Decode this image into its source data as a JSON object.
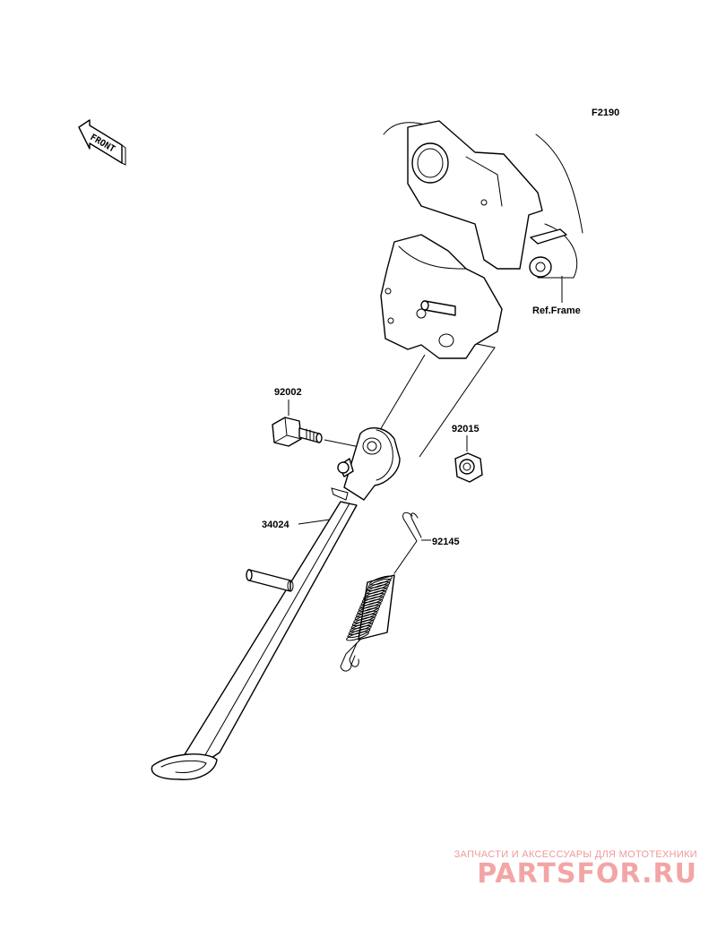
{
  "diagram": {
    "code": "F2190",
    "front_label": "FRONT",
    "ref_frame": "Ref.Frame",
    "parts": [
      {
        "id": "92002",
        "role": "bolt"
      },
      {
        "id": "92015",
        "role": "nut"
      },
      {
        "id": "34024",
        "role": "side-stand"
      },
      {
        "id": "92145",
        "role": "spring"
      }
    ]
  },
  "watermark": {
    "subtitle": "ЗАПЧАСТИ И АКСЕССУАРЫ ДЛЯ МОТОТЕХНИКИ",
    "brand": "PARTSFOR.RU",
    "color": "#f3a5a5"
  }
}
